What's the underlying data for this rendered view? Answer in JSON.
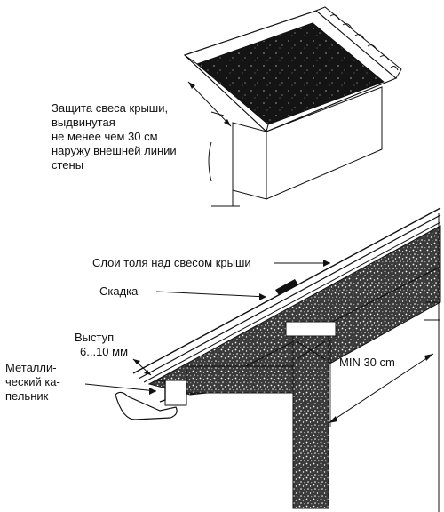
{
  "top_label": {
    "lines": [
      "Защита свеса крыши,",
      "выдвинутая",
      "не менее чем 30 см",
      "наружу внешней линии",
      "стены"
    ]
  },
  "labels": {
    "roof_layers": "Слои толя над свесом крыши",
    "fold": "Скадка",
    "offset_line1": "Выступ",
    "offset_line2": "6...10 мм",
    "drip_line1": "Металли-",
    "drip_line2": "ческий ка-",
    "drip_line3": "пельник",
    "min_distance": "MIN 30 cm"
  },
  "colors": {
    "ink": "#111111",
    "roof_surface": "#141414",
    "speckle": "#ffffff",
    "timber": "#2b2b2b"
  }
}
